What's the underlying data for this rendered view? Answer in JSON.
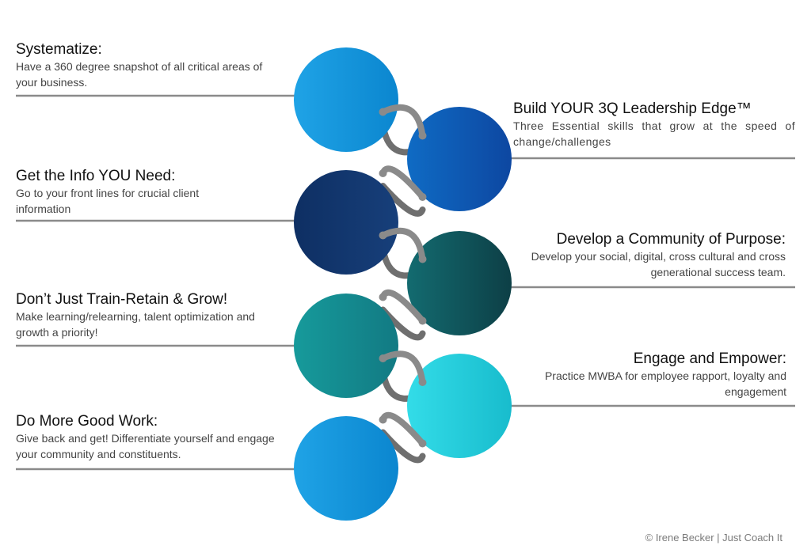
{
  "items": [
    {
      "title": "Systematize:",
      "description": "Have a 360 degree snapshot of all critical areas of your business.",
      "side": "left",
      "color_from": "#1fa3e6",
      "color_to": "#0b86cf"
    },
    {
      "title": "Build YOUR 3Q Leadership Edge™",
      "description": "Three Essential skills that grow at the speed of change/challenges",
      "side": "right",
      "color_from": "#0f6bc4",
      "color_to": "#0d47a1"
    },
    {
      "title": "Get the Info YOU Need:",
      "description": "Go to your front lines for crucial client information",
      "side": "left",
      "color_from": "#0e2f63",
      "color_to": "#173f7a"
    },
    {
      "title": "Develop a Community of Purpose:",
      "description": "Develop your social, digital, cross cultural and cross generational success team.",
      "side": "right",
      "color_from": "#136b70",
      "color_to": "#0d3f46"
    },
    {
      "title": "Don’t Just Train-Retain  & Grow!",
      "description": "Make learning/relearning, talent optimization and growth a priority!",
      "side": "left",
      "color_from": "#169a9b",
      "color_to": "#127a83"
    },
    {
      "title": "Engage and Empower:",
      "description": "Practice MWBA for employee rapport, loyalty and  engagement",
      "side": "right",
      "color_from": "#33dce8",
      "color_to": "#18bccd"
    },
    {
      "title": "Do More  Good Work:",
      "description": "Give back and get!  Differentiate yourself and engage your community and constituents.",
      "side": "left",
      "color_from": "#1fa3e6",
      "color_to": "#0b86cf"
    }
  ],
  "footer": "© Irene Becker | Just Coach It",
  "colors": {
    "connector": "#8a8a8a",
    "line": "#8a8a8a"
  }
}
